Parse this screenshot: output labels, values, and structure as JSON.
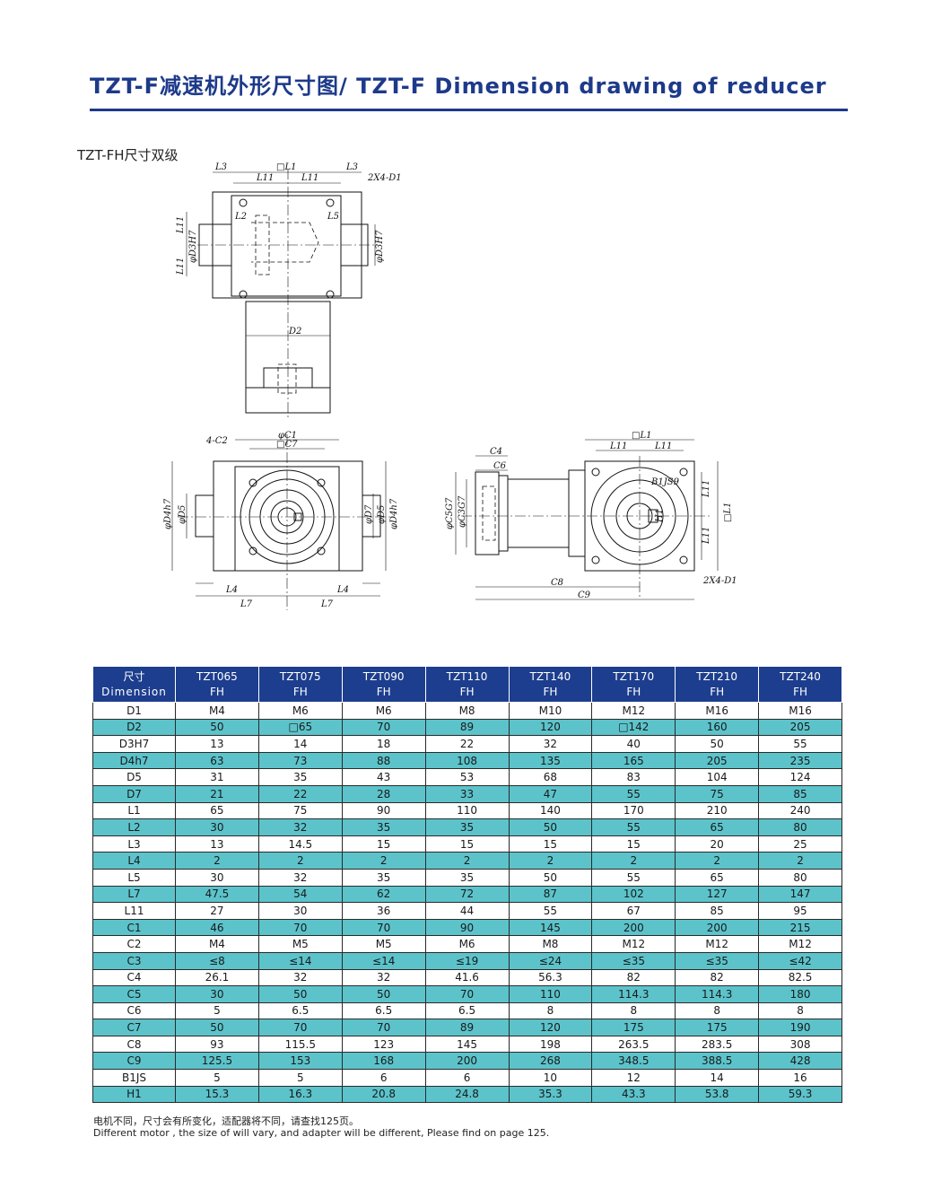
{
  "header": {
    "title": "TZT-F减速机外形尺寸图/ TZT-F Dimension drawing of reducer",
    "subtitle": "TZT-FH尺寸双级"
  },
  "drawings": {
    "top_view": {
      "labels": [
        "L3",
        "□L1",
        "L3",
        "L11",
        "L11",
        "2X4-D1",
        "L2",
        "L5",
        "L11",
        "φD3H7",
        "L11",
        "φD3H7",
        "D2"
      ]
    },
    "front_view": {
      "labels": [
        "4-C2",
        "φC1",
        "□C7",
        "φD4h7",
        "φD5",
        "φD7",
        "φD5",
        "φD4h7",
        "L4",
        "L4",
        "L7",
        "L7"
      ]
    },
    "side_view": {
      "labels": [
        "□L1",
        "L11",
        "L11",
        "C4",
        "C6",
        "B1JS9",
        "φC5G7",
        "φC3G7",
        "L11",
        "L11",
        "□L1",
        "H1",
        "C8",
        "C9",
        "2X4-D1"
      ]
    }
  },
  "table": {
    "header_label_cn": "尺寸",
    "header_label_en": "Dimension",
    "models": [
      {
        "name": "TZT065",
        "variant": "FH"
      },
      {
        "name": "TZT075",
        "variant": "FH"
      },
      {
        "name": "TZT090",
        "variant": "FH"
      },
      {
        "name": "TZT110",
        "variant": "FH"
      },
      {
        "name": "TZT140",
        "variant": "FH"
      },
      {
        "name": "TZT170",
        "variant": "FH"
      },
      {
        "name": "TZT210",
        "variant": "FH"
      },
      {
        "name": "TZT240",
        "variant": "FH"
      }
    ],
    "rows": [
      {
        "label": "D1",
        "values": [
          "M4",
          "M6",
          "M6",
          "M8",
          "M10",
          "M12",
          "M16",
          "M16"
        ]
      },
      {
        "label": "D2",
        "values": [
          "50",
          "□65",
          "70",
          "89",
          "120",
          "□142",
          "160",
          "205"
        ]
      },
      {
        "label": "D3H7",
        "values": [
          "13",
          "14",
          "18",
          "22",
          "32",
          "40",
          "50",
          "55"
        ]
      },
      {
        "label": "D4h7",
        "values": [
          "63",
          "73",
          "88",
          "108",
          "135",
          "165",
          "205",
          "235"
        ]
      },
      {
        "label": "D5",
        "values": [
          "31",
          "35",
          "43",
          "53",
          "68",
          "83",
          "104",
          "124"
        ]
      },
      {
        "label": "D7",
        "values": [
          "21",
          "22",
          "28",
          "33",
          "47",
          "55",
          "75",
          "85"
        ]
      },
      {
        "label": "L1",
        "values": [
          "65",
          "75",
          "90",
          "110",
          "140",
          "170",
          "210",
          "240"
        ]
      },
      {
        "label": "L2",
        "values": [
          "30",
          "32",
          "35",
          "35",
          "50",
          "55",
          "65",
          "80"
        ]
      },
      {
        "label": "L3",
        "values": [
          "13",
          "14.5",
          "15",
          "15",
          "15",
          "15",
          "20",
          "25"
        ]
      },
      {
        "label": "L4",
        "values": [
          "2",
          "2",
          "2",
          "2",
          "2",
          "2",
          "2",
          "2"
        ]
      },
      {
        "label": "L5",
        "values": [
          "30",
          "32",
          "35",
          "35",
          "50",
          "55",
          "65",
          "80"
        ]
      },
      {
        "label": "L7",
        "values": [
          "47.5",
          "54",
          "62",
          "72",
          "87",
          "102",
          "127",
          "147"
        ]
      },
      {
        "label": "L11",
        "values": [
          "27",
          "30",
          "36",
          "44",
          "55",
          "67",
          "85",
          "95"
        ]
      },
      {
        "label": "C1",
        "values": [
          "46",
          "70",
          "70",
          "90",
          "145",
          "200",
          "200",
          "215"
        ]
      },
      {
        "label": "C2",
        "values": [
          "M4",
          "M5",
          "M5",
          "M6",
          "M8",
          "M12",
          "M12",
          "M12"
        ]
      },
      {
        "label": "C3",
        "values": [
          "≤8",
          "≤14",
          "≤14",
          "≤19",
          "≤24",
          "≤35",
          "≤35",
          "≤42"
        ]
      },
      {
        "label": "C4",
        "values": [
          "26.1",
          "32",
          "32",
          "41.6",
          "56.3",
          "82",
          "82",
          "82.5"
        ]
      },
      {
        "label": "C5",
        "values": [
          "30",
          "50",
          "50",
          "70",
          "110",
          "114.3",
          "114.3",
          "180"
        ]
      },
      {
        "label": "C6",
        "values": [
          "5",
          "6.5",
          "6.5",
          "6.5",
          "8",
          "8",
          "8",
          "8"
        ]
      },
      {
        "label": "C7",
        "values": [
          "50",
          "70",
          "70",
          "89",
          "120",
          "175",
          "175",
          "190"
        ]
      },
      {
        "label": "C8",
        "values": [
          "93",
          "115.5",
          "123",
          "145",
          "198",
          "263.5",
          "283.5",
          "308"
        ]
      },
      {
        "label": "C9",
        "values": [
          "125.5",
          "153",
          "168",
          "200",
          "268",
          "348.5",
          "388.5",
          "428"
        ]
      },
      {
        "label": "B1JS",
        "values": [
          "5",
          "5",
          "6",
          "6",
          "10",
          "12",
          "14",
          "16"
        ]
      },
      {
        "label": "H1",
        "values": [
          "15.3",
          "16.3",
          "20.8",
          "24.8",
          "35.3",
          "43.3",
          "53.8",
          "59.3"
        ]
      }
    ]
  },
  "notes": {
    "cn": "电机不同，尺寸会有所变化，适配器将不同，请查找125页。",
    "en": "Different motor  , the size of will vary, and adapter will be different, Please find on page 125."
  },
  "colors": {
    "header_blue": "#1d3e8e",
    "row_teal": "#5cc3cb",
    "title_blue": "#1d3a8a"
  }
}
